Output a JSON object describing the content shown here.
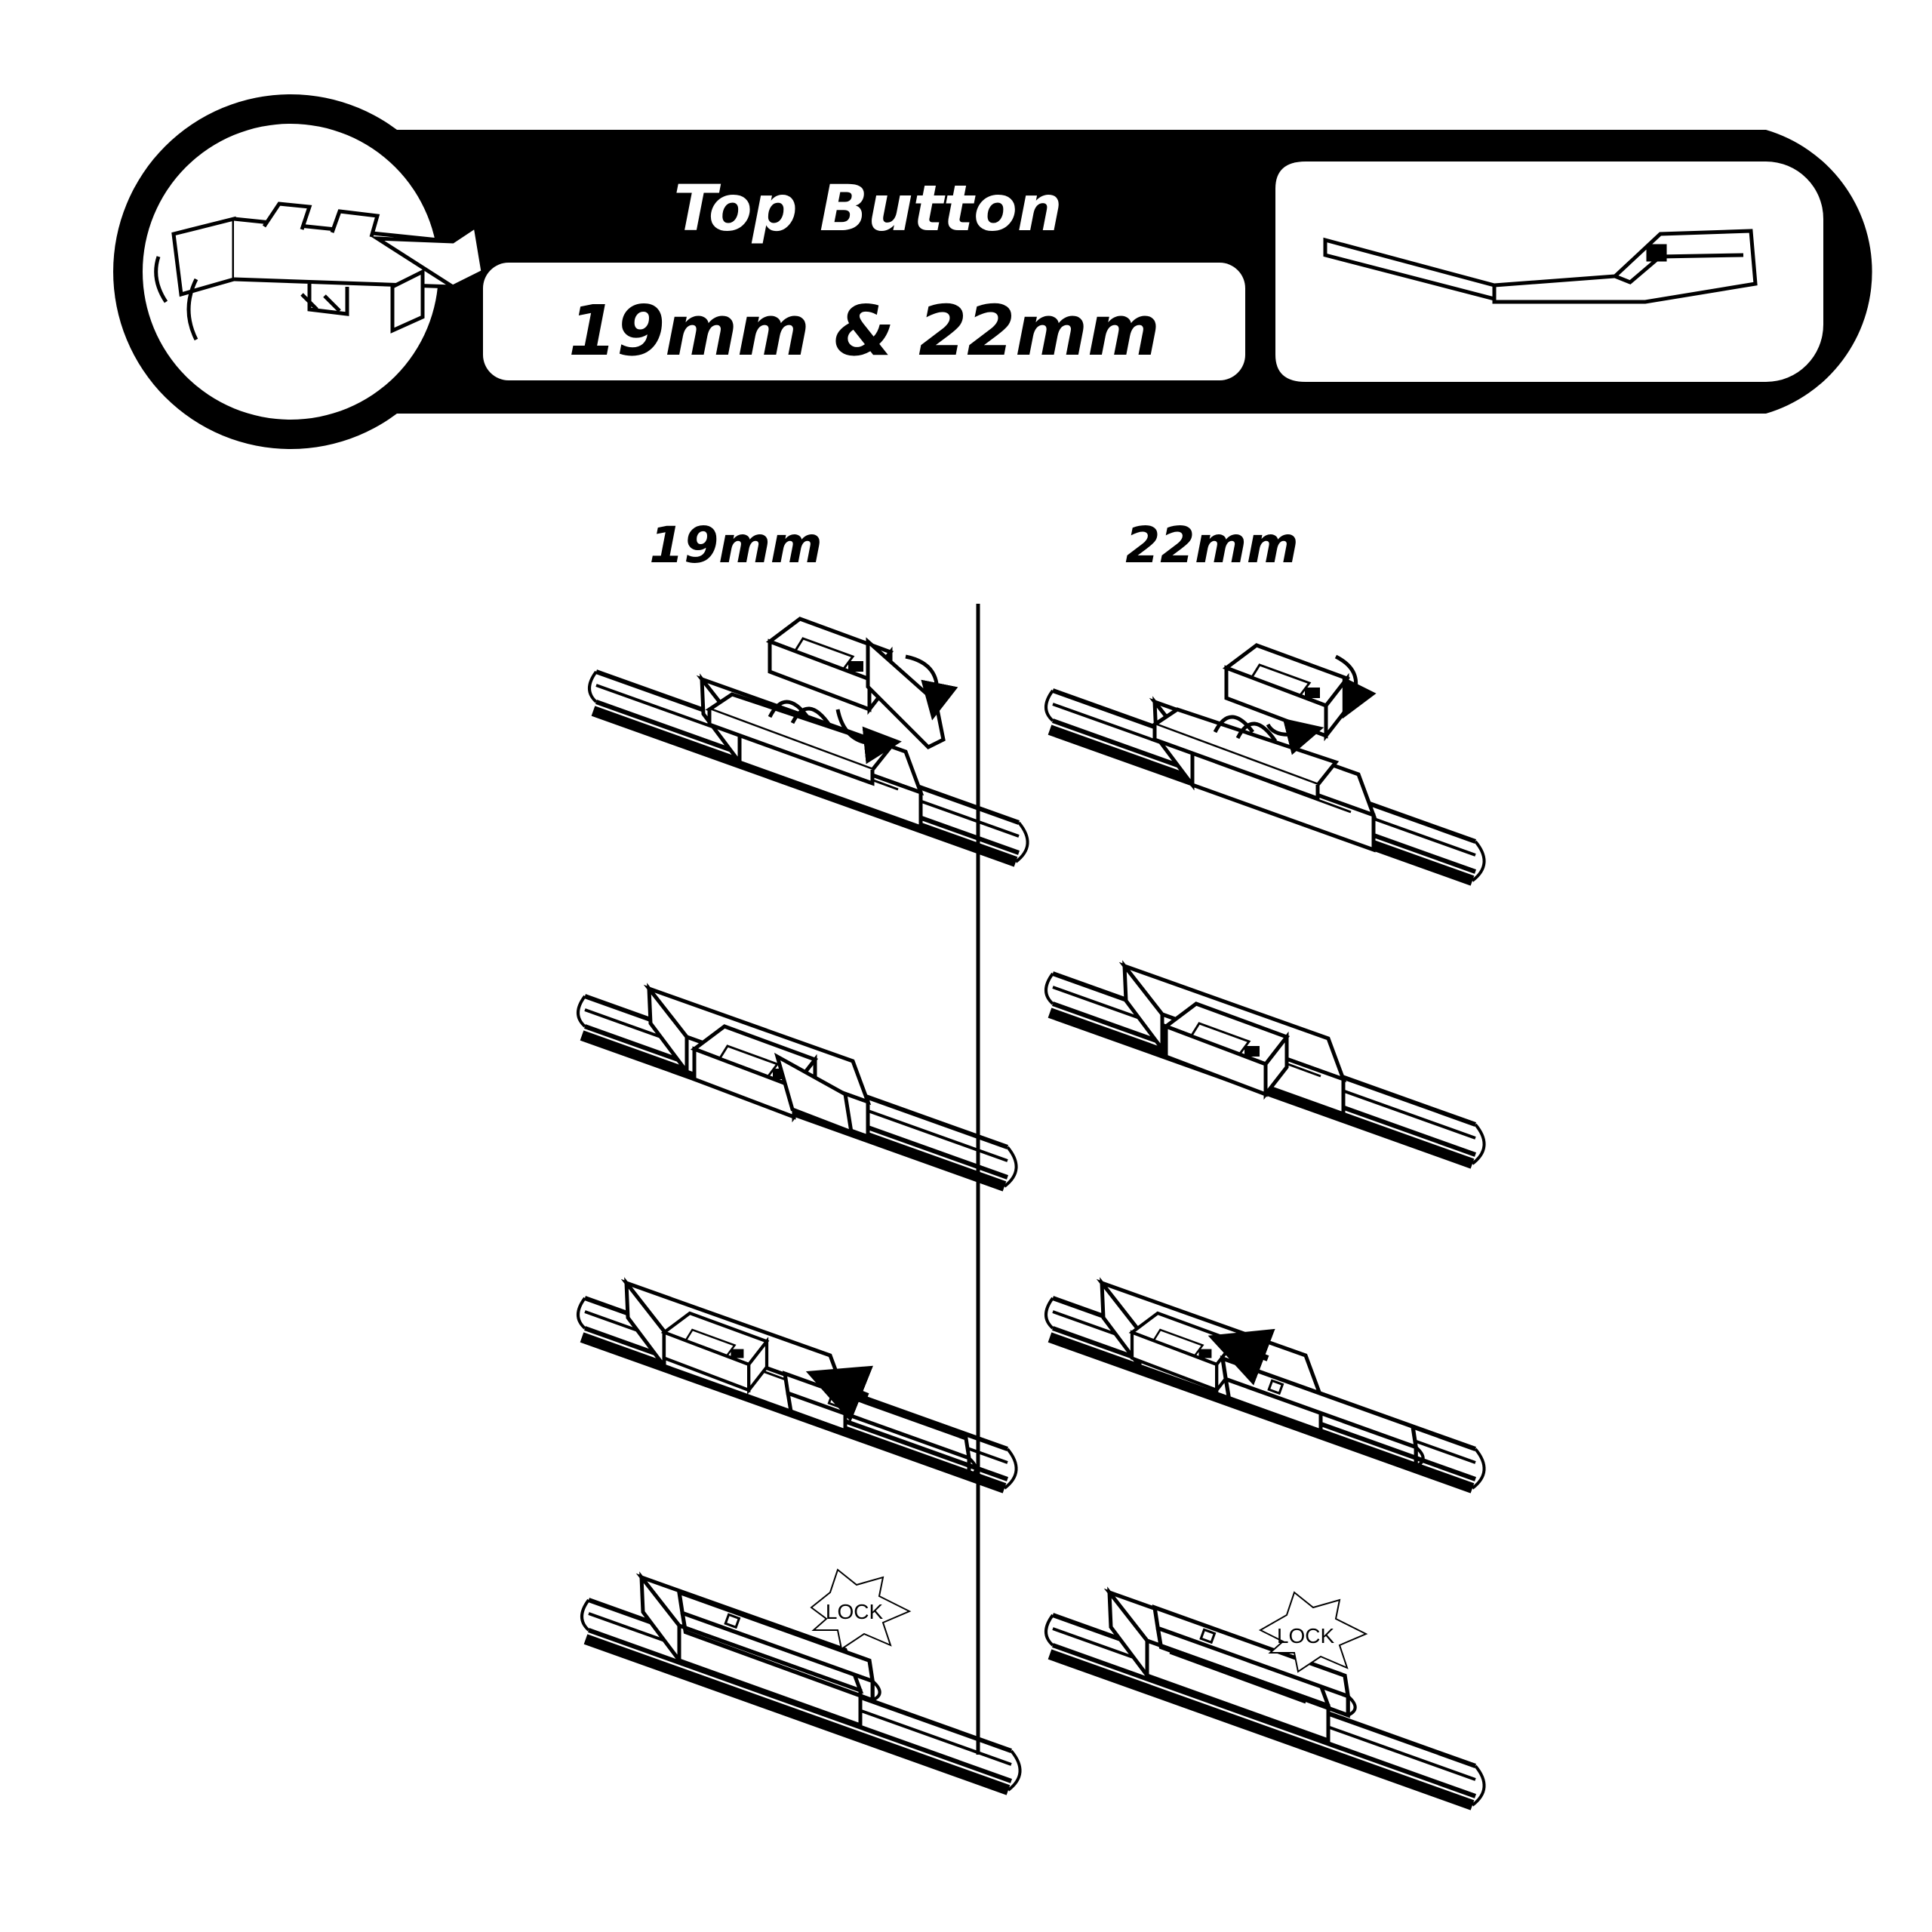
{
  "header": {
    "title": "Top Button",
    "subtitle": "19mm & 22mm"
  },
  "columns": [
    {
      "label": "19mm"
    },
    {
      "label": "22mm"
    }
  ],
  "steps": {
    "lock_label": "LOCK"
  },
  "colors": {
    "ink": "#000000",
    "paper": "#ffffff"
  }
}
